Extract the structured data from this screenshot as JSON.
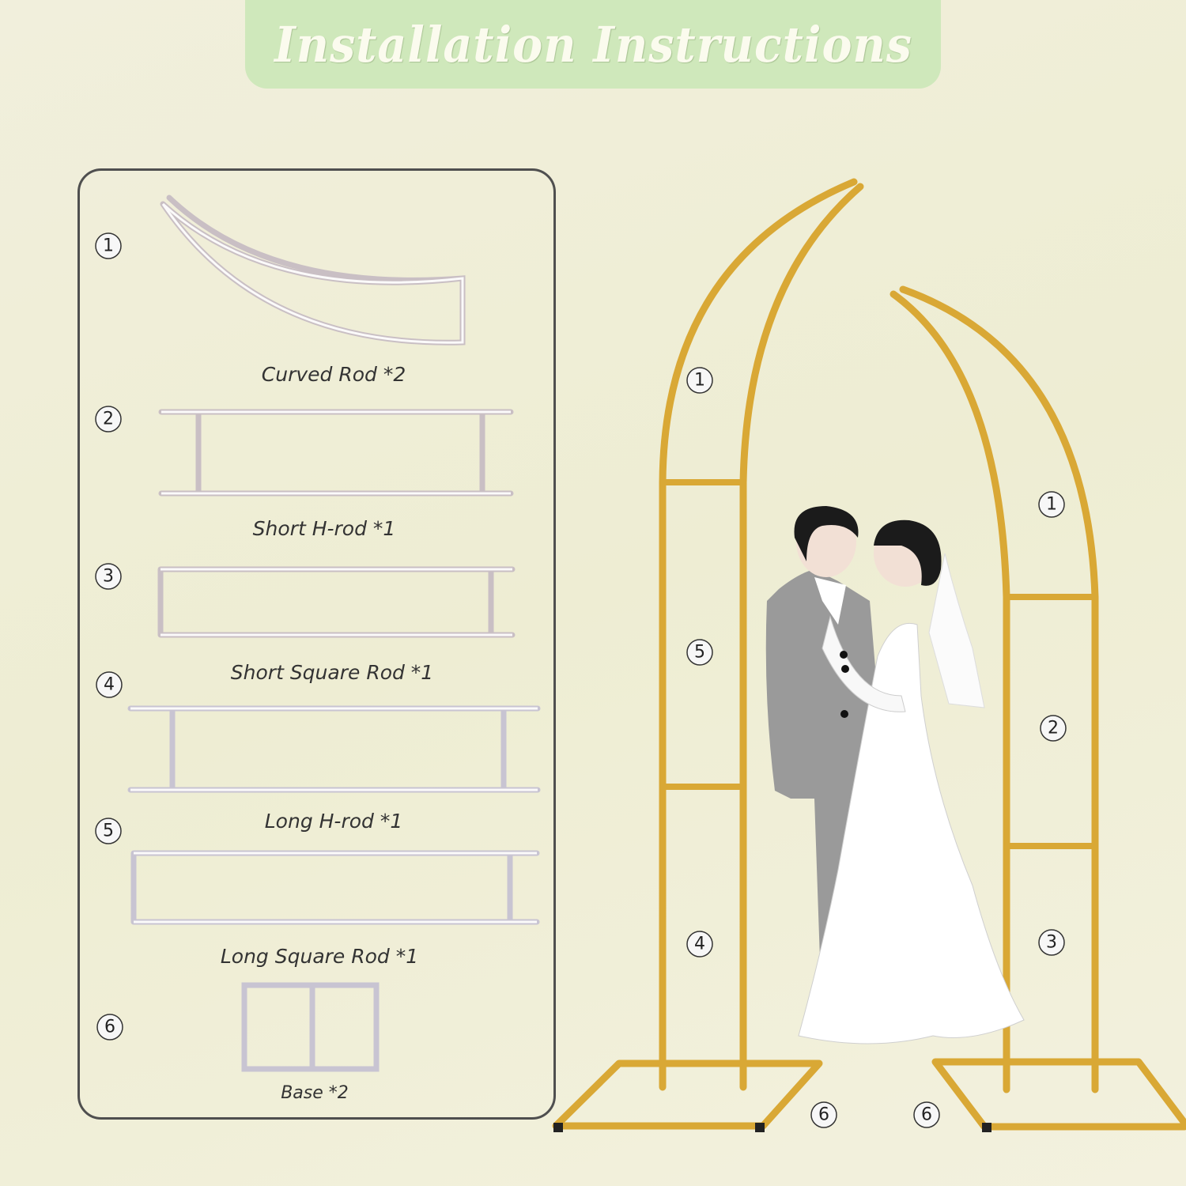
{
  "title": "Installation Instructions",
  "parts": [
    {
      "number": "1",
      "label": "Curved Rod *2"
    },
    {
      "number": "2",
      "label": "Short H-rod *1"
    },
    {
      "number": "3",
      "label": "Short Square Rod *1"
    },
    {
      "number": "4",
      "label": "Long H-rod *1"
    },
    {
      "number": "5",
      "label": "Long Square Rod *1"
    },
    {
      "number": "6",
      "label": "Base *2"
    }
  ],
  "assembly": {
    "left_arch_numbers": [
      "1",
      "5",
      "4",
      "6"
    ],
    "right_arch_numbers": [
      "1",
      "2",
      "3",
      "6"
    ]
  },
  "colors": {
    "banner": "#cfe8bb",
    "frame_gold": "#d9a835",
    "panel_border": "#4f4f4f"
  }
}
